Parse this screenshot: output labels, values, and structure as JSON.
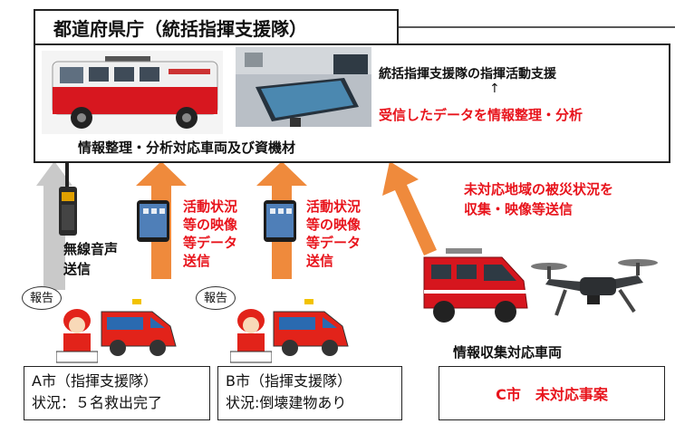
{
  "hq": {
    "title": "都道府県庁（統括指揮支援隊）",
    "caption": "情報整理・分析対応車両及び資機材",
    "support_text": "統括指揮支援隊の指揮活動支援",
    "arrow_up": "↑",
    "analysis_text": "受信したデータを情報整理・分析"
  },
  "radio": {
    "label": "無線音声\n送信"
  },
  "flows": [
    {
      "label": "活動状況\n等の映像\n等データ\n送信"
    },
    {
      "label": "活動状況\n等の映像\n等データ\n送信"
    }
  ],
  "c_flow": {
    "label": "未対応地域の被災状況を\n収集・映像等送信"
  },
  "speech": "報告",
  "cities": [
    {
      "name": "A市（指揮支援隊）",
      "status": "状況：５名救出完了"
    },
    {
      "name": "B市（指揮支援隊）",
      "status": "状況:倒壊建物あり"
    }
  ],
  "city_c": {
    "name": "C市　未対応事案"
  },
  "info_vehicle_label": "情報収集対応車両",
  "colors": {
    "orange_arrow": "#ef8a3c",
    "gray_arrow": "#c9c9c9",
    "red_text": "#e8141c"
  }
}
